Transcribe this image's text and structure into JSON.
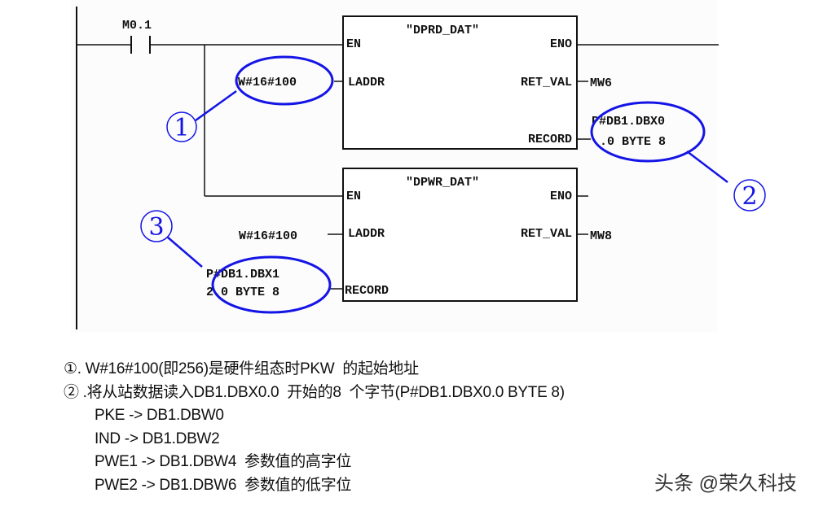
{
  "diagram": {
    "contact": {
      "label": "M0.1"
    },
    "block_read": {
      "name": "\"DPRD_DAT\"",
      "pins_left": [
        "EN",
        "LADDR"
      ],
      "pins_right": [
        "ENO",
        "RET_VAL",
        "RECORD"
      ],
      "laddr_value": "W#16#100",
      "ret_val_target": "MW6",
      "record_value_line1": "P#DB1.DBX0",
      "record_value_line2": ".0 BYTE 8"
    },
    "block_write": {
      "name": "\"DPWR_DAT\"",
      "pins_left": [
        "EN",
        "LADDR",
        "RECORD"
      ],
      "pins_right": [
        "ENO",
        "RET_VAL"
      ],
      "laddr_value": "W#16#100",
      "ret_val_target": "MW8",
      "record_value_line1": "P#DB1.DBX1",
      "record_value_line2": "2.0 BYTE 8"
    },
    "callouts": [
      "①",
      "②",
      "③"
    ],
    "highlight_color": "#1414e6"
  },
  "notes": [
    "①. W#16#100(即256)是硬件组态时PKW  的起始地址",
    "② .将从站数据读入DB1.DBX0.0  开始的8  个字节(P#DB1.DBX0.0 BYTE 8)",
    "PKE -> DB1.DBW0",
    "IND -> DB1.DBW2",
    "PWE1 -> DB1.DBW4  参数值的高字位",
    "PWE2 -> DB1.DBW6  参数值的低字位"
  ],
  "watermark": "头条 @荣久科技"
}
